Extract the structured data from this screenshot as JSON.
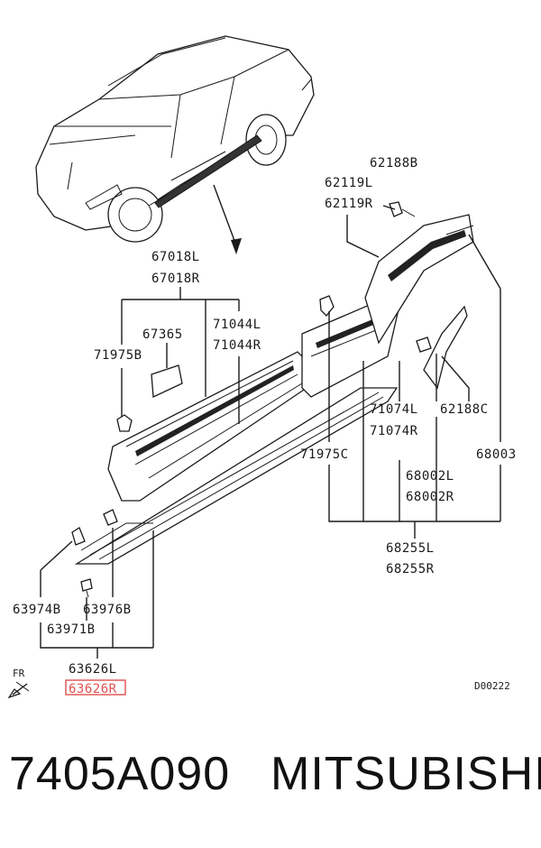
{
  "labels": {
    "p62188B": "62188B",
    "p62119L": "62119L",
    "p62119R": "62119R",
    "p67018L": "67018L",
    "p67018R": "67018R",
    "p67365": "67365",
    "p71044L": "71044L",
    "p71044R": "71044R",
    "p71975B": "71975B",
    "p71074L": "71074L",
    "p71074R": "71074R",
    "p62188C": "62188C",
    "p71975C": "71975C",
    "p68003": "68003",
    "p68002L": "68002L",
    "p68002R": "68002R",
    "p68255L": "68255L",
    "p68255R": "68255R",
    "p63974B": "63974B",
    "p63976B": "63976B",
    "p63971B": "63971B",
    "p63626L": "63626L",
    "p63626R": "63626R",
    "fr": "FR",
    "code": "D00222"
  },
  "highlight_color": "#e05050",
  "footer": {
    "part_number": "7405A090",
    "brand": "MITSUBISHI"
  }
}
